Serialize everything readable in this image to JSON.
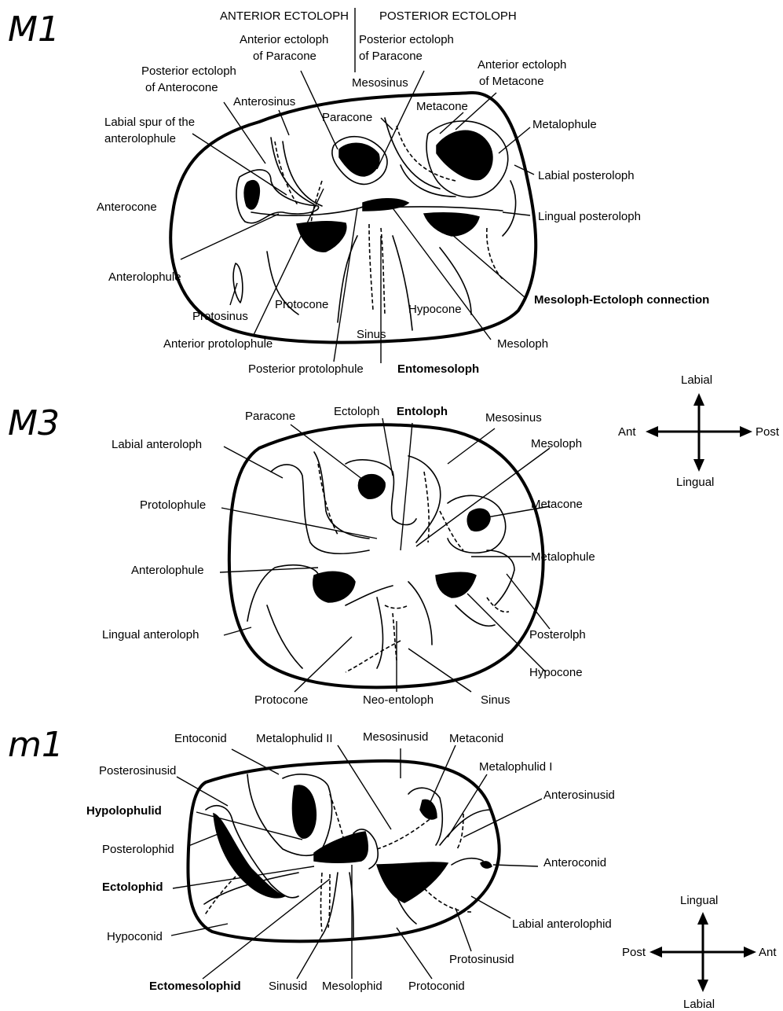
{
  "panels": {
    "m1_upper": {
      "title": "M1",
      "labels": {
        "anterior_ectoloph_header": "ANTERIOR ECTOLOPH",
        "posterior_ectoloph_header": "POSTERIOR ECTOLOPH",
        "anterior_ectoloph_paracone_1": "Anterior ectoloph",
        "anterior_ectoloph_paracone_2": "of Paracone",
        "posterior_ectoloph_paracone_1": "Posterior ectoloph",
        "posterior_ectoloph_paracone_2": "of Paracone",
        "mesosinus": "Mesosinus",
        "posterior_ectoloph_anterocone_1": "Posterior ectoloph",
        "posterior_ectoloph_anterocone_2": "of Anterocone",
        "anterosinus": "Anterosinus",
        "paracone": "Paracone",
        "metacone": "Metacone",
        "anterior_ectoloph_metacone_1": "Anterior ectoloph",
        "anterior_ectoloph_metacone_2": "of Metacone",
        "labial_spur_1": "Labial spur of the",
        "labial_spur_2": "anterolophule",
        "metalophule": "Metalophule",
        "labial_posteroloph": "Labial posteroloph",
        "anterocone": "Anterocone",
        "lingual_posteroloph": "Lingual posteroloph",
        "anterolophule": "Anterolophule",
        "mesoloph_ectoloph_connection": "Mesoloph-Ectoloph connection",
        "protocone": "Protocone",
        "hypocone": "Hypocone",
        "protosinus": "Protosinus",
        "sinus": "Sinus",
        "mesoloph": "Mesoloph",
        "anterior_protolophule": "Anterior protolophule",
        "posterior_protolophule": "Posterior protolophule",
        "entomesoloph": "Entomesoloph"
      }
    },
    "m3_upper": {
      "title": "M3",
      "labels": {
        "paracone": "Paracone",
        "ectoloph": "Ectoloph",
        "entoloph": "Entoloph",
        "mesosinus": "Mesosinus",
        "labial_anteroloph": "Labial anteroloph",
        "mesoloph": "Mesoloph",
        "protolophule": "Protolophule",
        "metacone": "Metacone",
        "anterolophule": "Anterolophule",
        "metalophule": "Metalophule",
        "lingual_anteroloph": "Lingual anteroloph",
        "posterolph": "Posterolph",
        "hypocone": "Hypocone",
        "protocone": "Protocone",
        "neo_entoloph": "Neo-entoloph",
        "sinus": "Sinus"
      },
      "compass": {
        "up": "Labial",
        "down": "Lingual",
        "left": "Ant",
        "right": "Post"
      }
    },
    "m1_lower": {
      "title": "m1",
      "labels": {
        "entoconid": "Entoconid",
        "metalophulid_ii": "Metalophulid II",
        "mesosinusid": "Mesosinusid",
        "metaconid": "Metaconid",
        "metalophulid_i": "Metalophulid I",
        "posterosinusid": "Posterosinusid",
        "anterosinusid": "Anterosinusid",
        "hypolophulid": "Hypolophulid",
        "posterolophid": "Posterolophid",
        "anteroconid": "Anteroconid",
        "ectolophid": "Ectolophid",
        "labial_anterolophid": "Labial anterolophid",
        "hypoconid": "Hypoconid",
        "protosinusid": "Protosinusid",
        "ectomesolophid": "Ectomesolophid",
        "sinusid": "Sinusid",
        "mesolophid": "Mesolophid",
        "protoconid": "Protoconid"
      },
      "compass": {
        "up": "Lingual",
        "down": "Labial",
        "left": "Post",
        "right": "Ant"
      }
    }
  }
}
